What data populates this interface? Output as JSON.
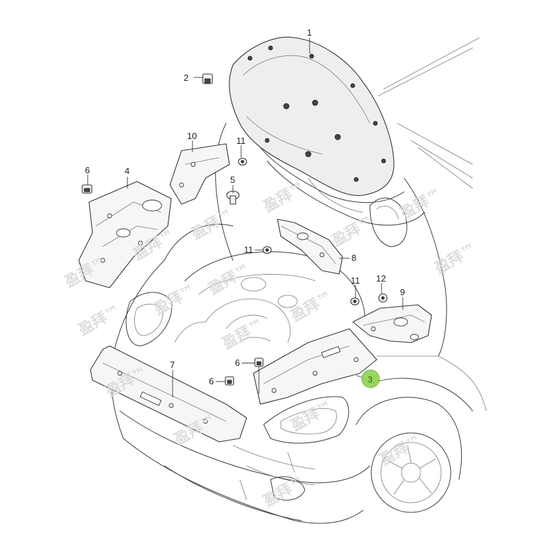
{
  "watermark": "盈拜™",
  "callouts": {
    "c1": "1",
    "c2": "2",
    "c3": "3",
    "c4": "4",
    "c5": "5",
    "c6a": "6",
    "c6b": "6",
    "c6c": "6",
    "c7": "7",
    "c8": "8",
    "c9": "9",
    "c10": "10",
    "c11a": "11",
    "c11b": "11",
    "c11c": "11",
    "c12": "12"
  },
  "highlight_color": "#8fd14f"
}
